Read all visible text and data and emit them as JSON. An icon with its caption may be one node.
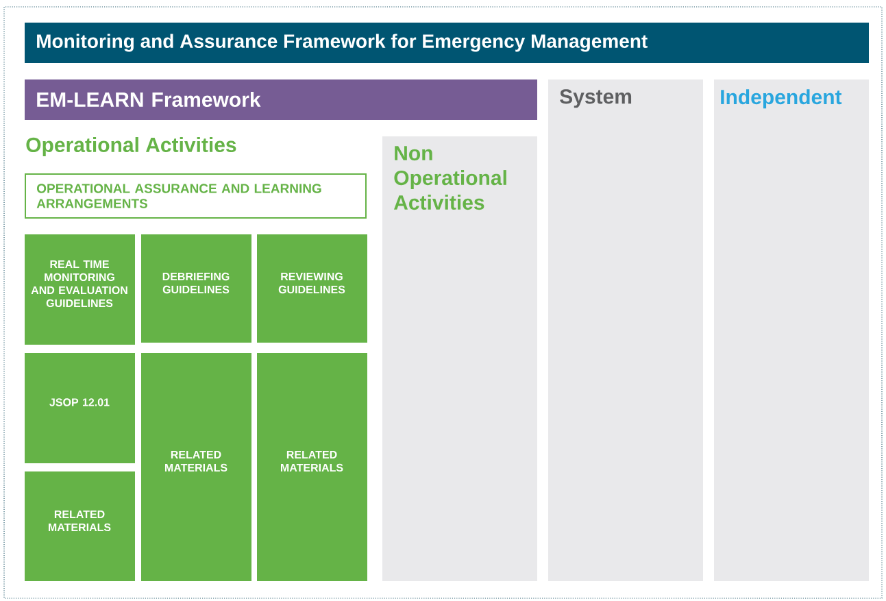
{
  "diagram": {
    "title": "Monitoring and Assurance Framework for Emergency Management",
    "nodes": [
      {
        "text": [
          "EM-LEARN Framework"
        ]
      },
      {
        "text": [
          "System"
        ]
      },
      {
        "text": [
          "Independent"
        ]
      },
      {
        "text": [
          "Non Operational Activities"
        ]
      },
      {
        "text": [
          "OPERATIONAL ASSURANCE AND LEARNING ARRANGEMENTS"
        ]
      },
      {
        "text": [
          "REAL TIME MONITORING AND EVALUATION GUIDELINES"
        ]
      },
      {
        "text": [
          "DEBRIEFING GUIDELINES"
        ]
      },
      {
        "text": [
          "REVIEWING GUIDELINES"
        ]
      },
      {
        "text": [
          "JSOP 12.01"
        ]
      },
      {
        "text": [
          "RELATED MATERIALS"
        ]
      },
      {
        "text": [
          "RELATED MATERIALS"
        ]
      },
      {
        "text": [
          "RELATED MATERIALS"
        ]
      }
    ],
    "labels": [
      "Operational Activities"
    ]
  }
}
